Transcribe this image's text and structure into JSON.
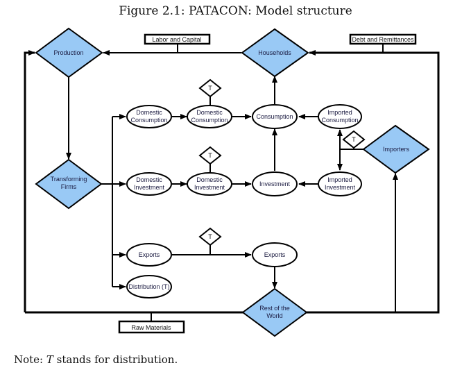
{
  "title": "Figure 2.1: PATACON: Model structure",
  "note": {
    "prefix": "Note: ",
    "symbol": "T",
    "suffix": " stands for distribution."
  },
  "colors": {
    "diamond_fill": "#99c9f5",
    "stroke": "#000000",
    "ellipse_fill": "#ffffff"
  },
  "nodes": {
    "production": "Production",
    "households": "Households",
    "transforming_firms": [
      "Transforming",
      "Firms"
    ],
    "importers": "Importers",
    "rest_of_world": [
      "Rest of the",
      "World"
    ],
    "domestic_consumption_1": [
      "Domestic",
      "Consumption"
    ],
    "domestic_consumption_2": [
      "Domestic",
      "Consumption"
    ],
    "consumption": "Consumption",
    "imported_consumption": [
      "Imported",
      "Consumption"
    ],
    "domestic_investment_1": [
      "Domestic",
      "Investment"
    ],
    "domestic_investment_2": [
      "Domestic",
      "Investment"
    ],
    "investment": "Investment",
    "imported_investment": [
      "Imported",
      "Investment"
    ],
    "exports_1": "Exports",
    "exports_2": "Exports",
    "distribution": "Distribution (T)",
    "t_marker": "T"
  },
  "flow_labels": {
    "labor_capital": "Labor and Capital",
    "debt_remittances": "Debt and Remittances",
    "raw_materials": "Raw Materials"
  }
}
